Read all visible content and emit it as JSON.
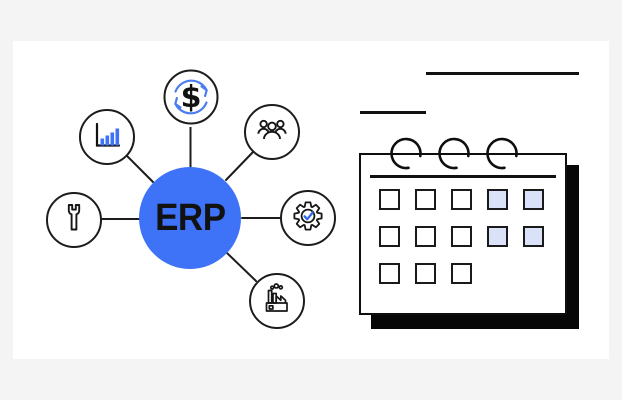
{
  "illustration": {
    "center": {
      "label": "ERP",
      "color": "#3E72F7",
      "text_color": "#121212"
    },
    "accent_blue": "#3E72F7",
    "outline_color": "#1c1c1c",
    "dollar_glyph": "$",
    "nodes": [
      {
        "name": "analytics",
        "icon": "bar-chart-icon"
      },
      {
        "name": "currency-sync",
        "icon": "dollar-sync-icon"
      },
      {
        "name": "team",
        "icon": "people-icon"
      },
      {
        "name": "tools",
        "icon": "wrench-icon"
      },
      {
        "name": "quality-check",
        "icon": "gear-check-icon"
      },
      {
        "name": "manufacturing",
        "icon": "factory-icon"
      }
    ]
  },
  "calendar": {
    "rings": 3,
    "highlight_color": "#D9E2F7",
    "shadow_color": "#070707",
    "grid": [
      [
        "w",
        "w",
        "w",
        "b",
        "b"
      ],
      [
        "w",
        "w",
        "w",
        "b",
        "b"
      ],
      [
        "w",
        "w",
        "w"
      ]
    ]
  }
}
